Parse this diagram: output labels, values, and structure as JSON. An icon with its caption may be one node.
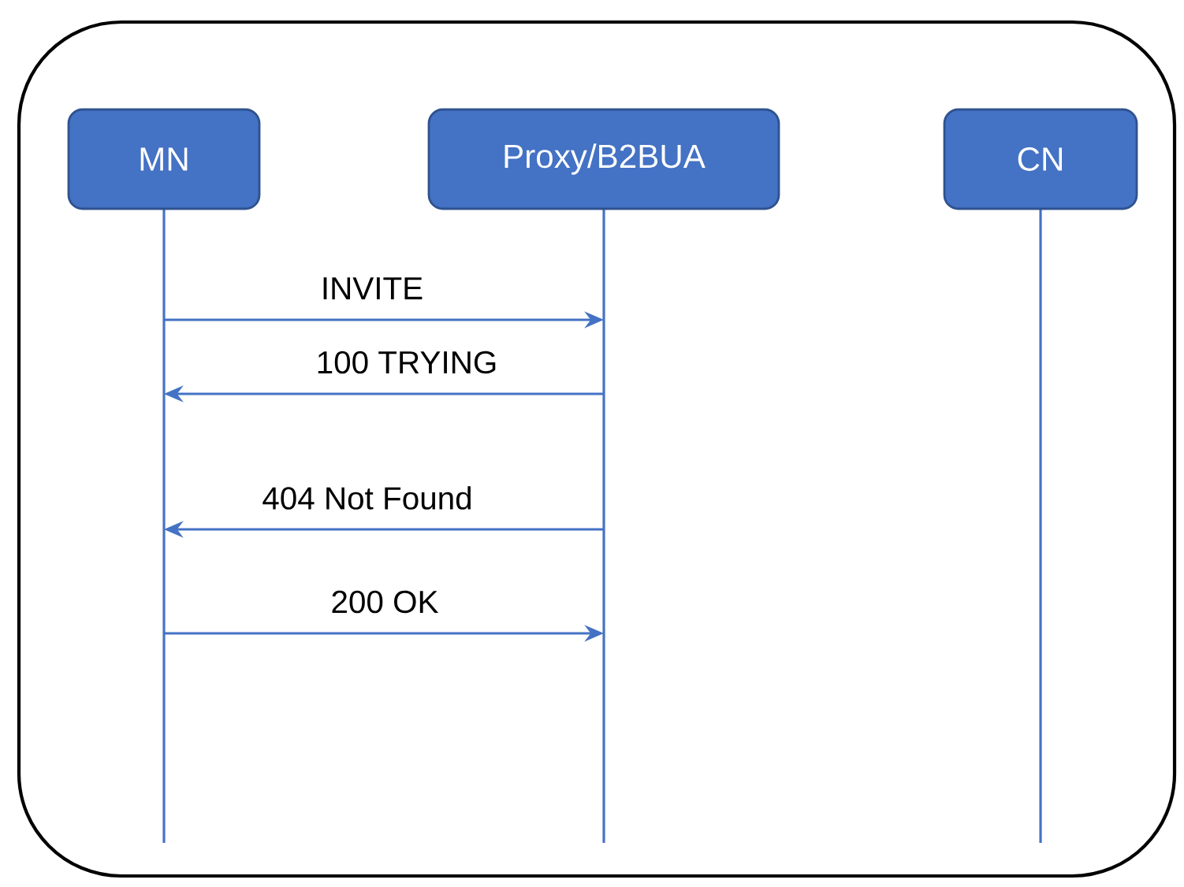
{
  "diagram": {
    "nodes": [
      {
        "text": [
          "MN"
        ]
      },
      {
        "text": [
          "Proxy/B2BUA"
        ]
      },
      {
        "text": [
          "CN"
        ]
      }
    ],
    "edges": [
      {
        "from": 0,
        "to": 1,
        "arrow": "to",
        "label": "INVITE"
      },
      {
        "from": 1,
        "to": 0,
        "arrow": "to",
        "label": "100 TRYING"
      },
      {
        "from": 1,
        "to": 0,
        "arrow": "to",
        "label": "404 Not Found"
      },
      {
        "from": 0,
        "to": 1,
        "arrow": "to",
        "label": "200 OK"
      }
    ]
  }
}
